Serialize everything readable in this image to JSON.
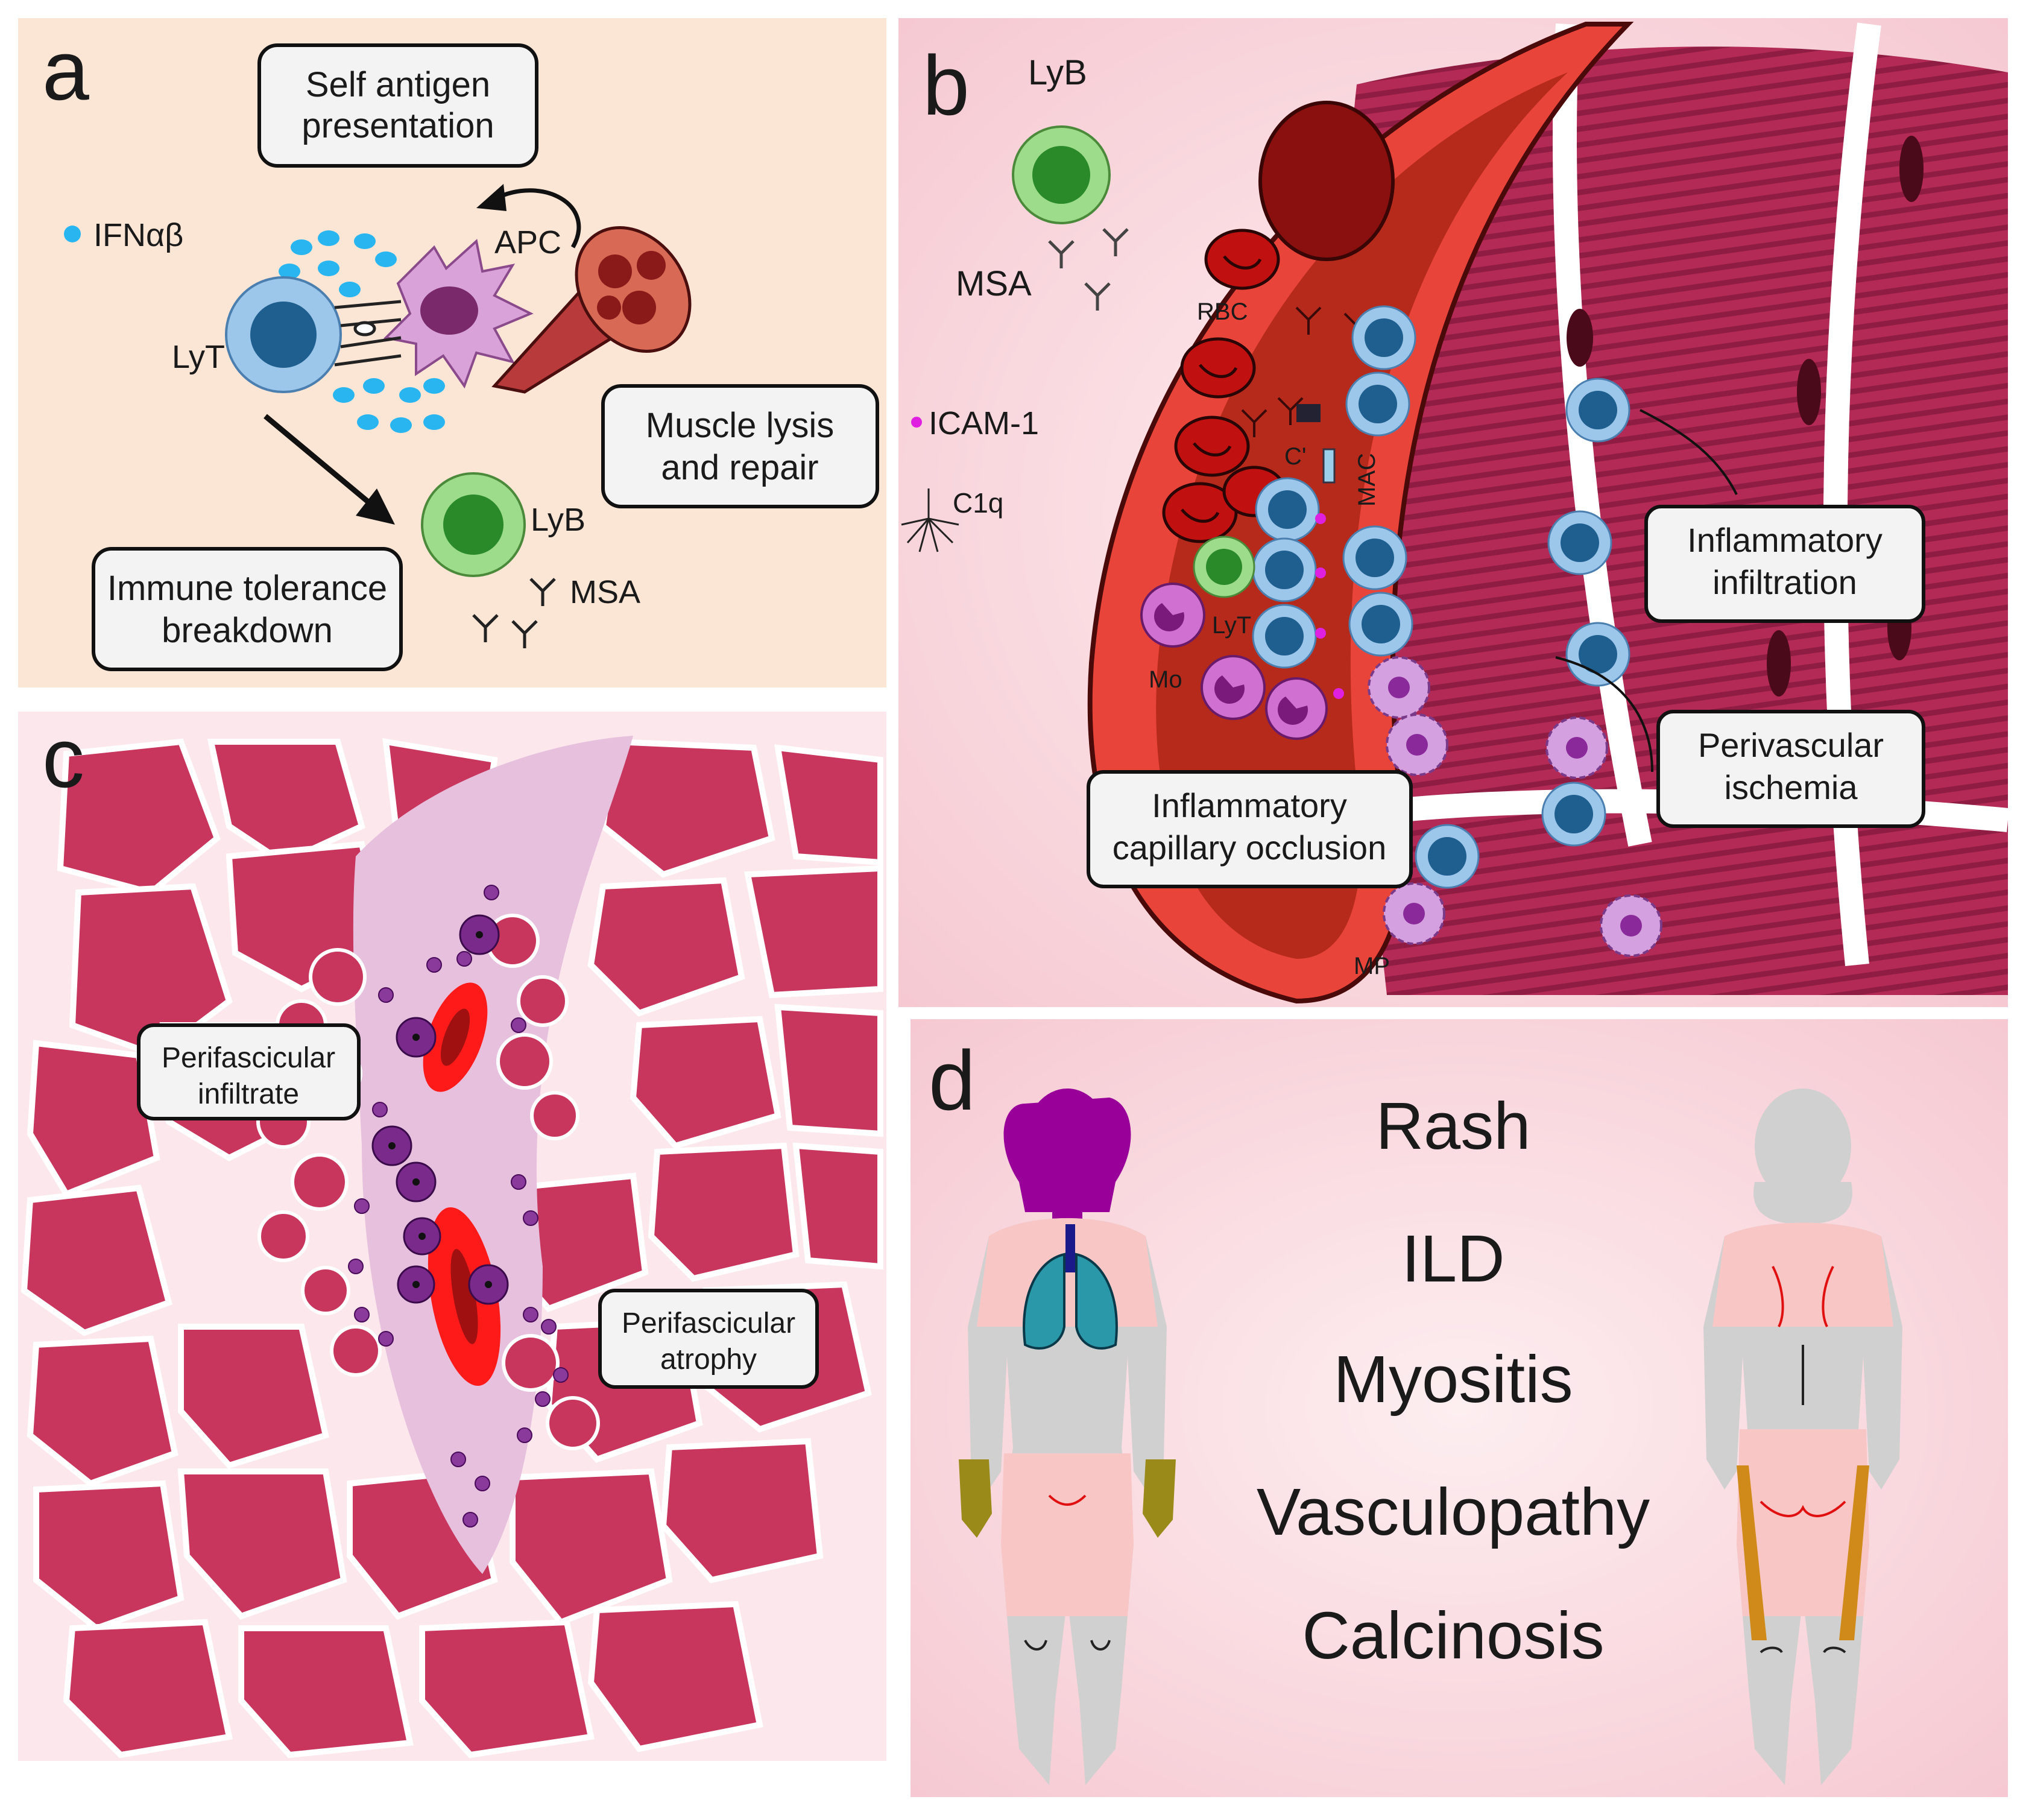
{
  "panels": {
    "a": {
      "letter": "a",
      "bg": "#fbe6d6",
      "boxes": {
        "self_antigen_1": "Self antigen",
        "self_antigen_2": "presentation",
        "muscle_lysis_1": "Muscle lysis",
        "muscle_lysis_2": "and repair",
        "tolerance_1": "Immune tolerance",
        "tolerance_2": "breakdown"
      },
      "labels": {
        "ifn": "IFNαβ",
        "apc": "APC",
        "lyt": "LyT",
        "lyb": "LyB",
        "msa": "MSA"
      }
    },
    "b": {
      "letter": "b",
      "boxes": {
        "infiltration_1": "Inflammatory",
        "infiltration_2": "infiltration",
        "ischemia_1": "Perivascular",
        "ischemia_2": "ischemia",
        "occlusion_1": "Inflammatory",
        "occlusion_2": "capillary occlusion"
      },
      "labels": {
        "lyb": "LyB",
        "msa": "MSA",
        "icam": "ICAM-1",
        "c1q": "C1q",
        "rbc": "RBC",
        "c_prime": "C'",
        "mac": "MAC",
        "lyt": "LyT",
        "mo": "Mo",
        "mp": "MP"
      }
    },
    "c": {
      "letter": "c",
      "boxes": {
        "infiltrate_1": "Perifascicular",
        "infiltrate_2": "infiltrate",
        "atrophy_1": "Perifascicular",
        "atrophy_2": "atrophy"
      }
    },
    "d": {
      "letter": "d",
      "features": [
        "Rash",
        "ILD",
        "Myositis",
        "Vasculopathy",
        "Calcinosis"
      ]
    }
  },
  "colors": {
    "muscle_fiber": "#c8365e",
    "rash": "#f9c6c6",
    "lyt_outer": "#9cc6ea",
    "lyt_inner": "#1f5f8f",
    "lyb_outer": "#9ddc8a",
    "lyb_inner": "#2a8a2a",
    "ifn": "#29b6f0",
    "lung": "#2a98a8",
    "head_purple": "#990099",
    "calcinosis": "#d08a1a",
    "vasculopathy": "#9a8a1a"
  }
}
